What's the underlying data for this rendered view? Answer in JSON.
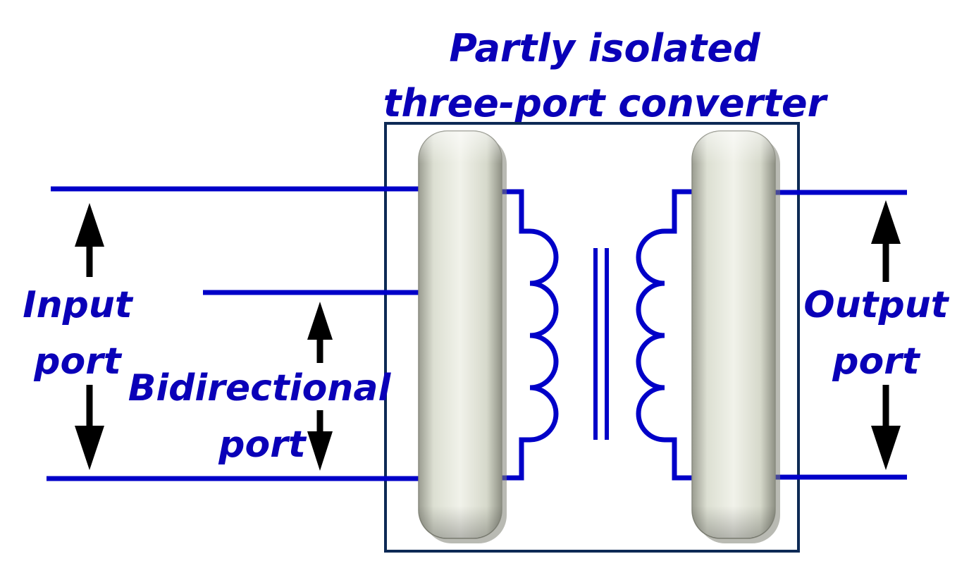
{
  "title": {
    "line1": "Partly isolated",
    "line2": "three-port converter"
  },
  "ports": {
    "input": {
      "line1": "Input",
      "line2": "port"
    },
    "bidirectional": {
      "line1": "Bidirectional",
      "line2": "port"
    },
    "output": {
      "line1": "Output",
      "line2": "port"
    }
  },
  "colors": {
    "wire": "#0000c8",
    "text": "#0a00b8",
    "frame": "#0d2a55",
    "arrow": "#000000",
    "block_fill": "#e8eade"
  }
}
